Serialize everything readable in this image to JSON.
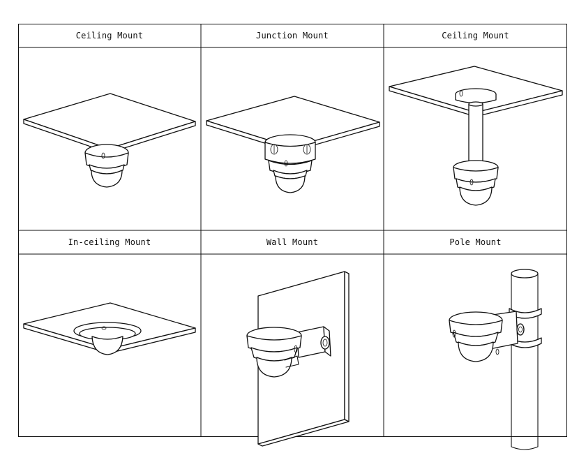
{
  "cells": [
    {
      "label": "Ceiling Mount"
    },
    {
      "label": "Junction Mount"
    },
    {
      "label": "Ceiling Mount"
    },
    {
      "label": "In-ceiling Mount"
    },
    {
      "label": "Wall Mount"
    },
    {
      "label": "Pole Mount"
    }
  ]
}
